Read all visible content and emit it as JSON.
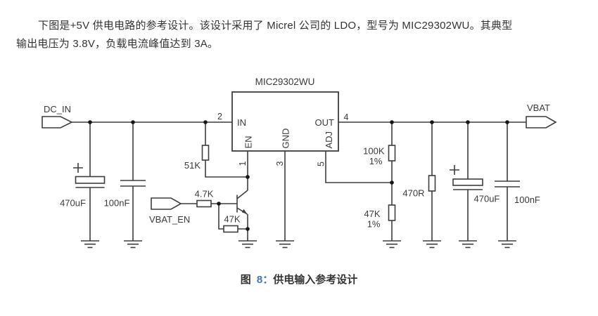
{
  "intro": {
    "line1": "下图是+5V 供电电路的参考设计。该设计采用了 Micrel 公司的 LDO，型号为 MIC29302WU。其典型",
    "line2": "输出电压为 3.8V，负载电流峰值达到 3A。"
  },
  "figure_caption": {
    "prefix": "图",
    "number": "8：",
    "title": "供电输入参考设计"
  },
  "schematic": {
    "ic": {
      "name": "MIC29302WU",
      "pins": {
        "in": {
          "num": "2",
          "label": "IN"
        },
        "out": {
          "num": "4",
          "label": "OUT"
        },
        "en": {
          "num": "1",
          "label": "EN"
        },
        "gnd": {
          "num": "3",
          "label": "GND"
        },
        "adj": {
          "num": "5",
          "label": "ADJ"
        }
      }
    },
    "connectors": {
      "dc_in": "DC_IN",
      "vbat_en": "VBAT_EN",
      "vbat": "VBAT"
    },
    "components": {
      "input_bulk_cap": "470uF",
      "input_bypass_cap": "100nF",
      "en_pullup_resistor": "51K",
      "base_resistor": "4.7K",
      "base_pulldown_resistor": "47K",
      "adj_top_resistor": "100K",
      "adj_top_tolerance": "1%",
      "adj_bottom_resistor": "47K",
      "adj_bottom_tolerance": "1%",
      "output_resistor": "470R",
      "output_bulk_cap": "470uF",
      "output_bypass_cap": "100nF"
    }
  },
  "colors": {
    "accent_number_blue": "#4472c4",
    "ink": "#3a3a3a",
    "schematic_line": "#3d3d3d",
    "background": "#ffffff"
  }
}
